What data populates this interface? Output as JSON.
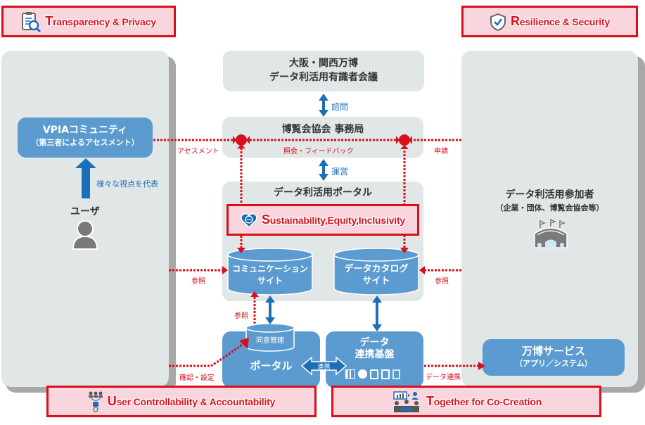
{
  "badges": {
    "transparency": {
      "cap": "T",
      "rest": "ransparency & Privacy",
      "icon": "clipboard-magnifier-icon"
    },
    "resilience": {
      "cap": "R",
      "rest": "esilience & Security",
      "icon": "shield-check-icon"
    },
    "sustainability": {
      "cap": "S",
      "rest": "ustainability,Equity,Inclusivity",
      "icon": "heart-globe-icon"
    },
    "user_control": {
      "cap": "U",
      "rest": "ser Controllability & Accountability",
      "icon": "users-lock-icon"
    },
    "together": {
      "cap": "T",
      "rest": "ogether for Co-Creation",
      "icon": "meeting-people-icon"
    }
  },
  "left_panel": {
    "vpia_line1": "VPIAコミュニティ",
    "vpia_line2": "（第三者によるアセスメント）",
    "arrow_label": "様々な視点を代表",
    "user_label": "ユーザ",
    "user_icon": "person-icon"
  },
  "right_panel": {
    "participants_line1": "データ利活用参加者",
    "participants_line2": "（企業・団体、博覧会協会等）",
    "participants_icon": "stadium-icon",
    "service_line1": "万博サービス",
    "service_line2": "（アプリ／システム）"
  },
  "center": {
    "council_line1": "大阪・関西万博",
    "council_line2": "データ利活用有識者会議",
    "consult_label": "諮問",
    "secretariat": "博覧会協会 事務局",
    "feedback_label": "照会・フィードバック",
    "operate_label": "運営",
    "portal_title": "データ利活用ポータル",
    "comm_site_line1": "コミュニケーション",
    "comm_site_line2": "サイト",
    "catalog_line1": "データカタログ",
    "catalog_line2": "サイト",
    "consent": "同意管理",
    "portal": "ポータル",
    "link_label": "連携",
    "platform_line1": "データ",
    "platform_line2": "連携基盤"
  },
  "flow_labels": {
    "assessment": "アセスメント",
    "apply": "申請",
    "reference_left": "参照",
    "reference_right": "参照",
    "reference_consent": "参照",
    "confirm_settings": "確認・設定",
    "data_link": "データ連携"
  },
  "colors": {
    "red": "#d7101c",
    "blue": "#1a6fb7",
    "box_blue": "#5b9bcf",
    "panel_gray": "#e1e6e7",
    "badge_pink": "#f9d6de"
  }
}
